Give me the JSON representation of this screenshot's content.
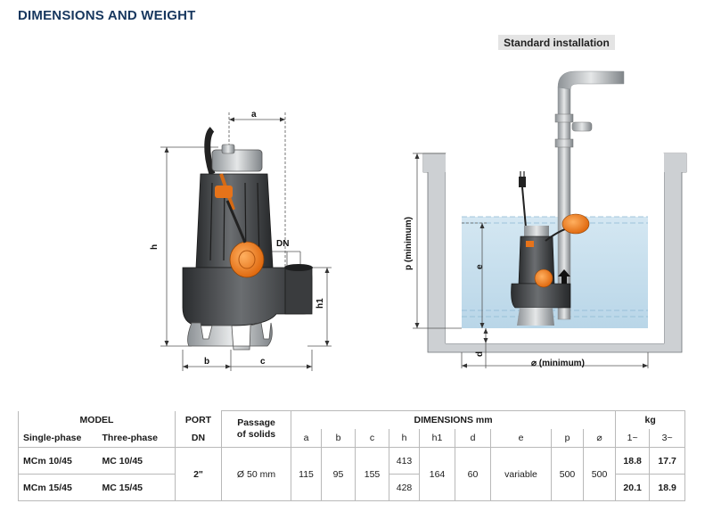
{
  "title": "DIMENSIONS AND WEIGHT",
  "installation_label": "Standard installation",
  "pump_dims": {
    "a": "a",
    "h": "h",
    "h1": "h1",
    "dn": "DN",
    "b": "b",
    "c": "c"
  },
  "install_dims": {
    "p": "p (minimum)",
    "e": "e",
    "d": "d",
    "diam": "⌀ (minimum)"
  },
  "table": {
    "model_header": "MODEL",
    "single_phase": "Single-phase",
    "three_phase": "Three-phase",
    "port_header": "PORT",
    "port_sub": "DN",
    "passage_header_1": "Passage",
    "passage_header_2": "of solids",
    "dimensions_header": "DIMENSIONS mm",
    "kg_header": "kg",
    "cols": [
      "a",
      "b",
      "c",
      "h",
      "h1",
      "d",
      "e",
      "p",
      "⌀"
    ],
    "kg_cols": [
      "1~",
      "3~"
    ],
    "port_value": "2\"",
    "passage_value": "Ø 50 mm",
    "a": "115",
    "b": "95",
    "c": "155",
    "h1": "164",
    "d": "60",
    "e": "variable",
    "p": "500",
    "diam": "500",
    "rows": [
      {
        "single": "MCm 10/45",
        "three": "MC 10/45",
        "h": "413",
        "kg1": "18.8",
        "kg3": "17.7"
      },
      {
        "single": "MCm 15/45",
        "three": "MC 15/45",
        "h": "428",
        "kg1": "20.1",
        "kg3": "18.9"
      }
    ]
  }
}
